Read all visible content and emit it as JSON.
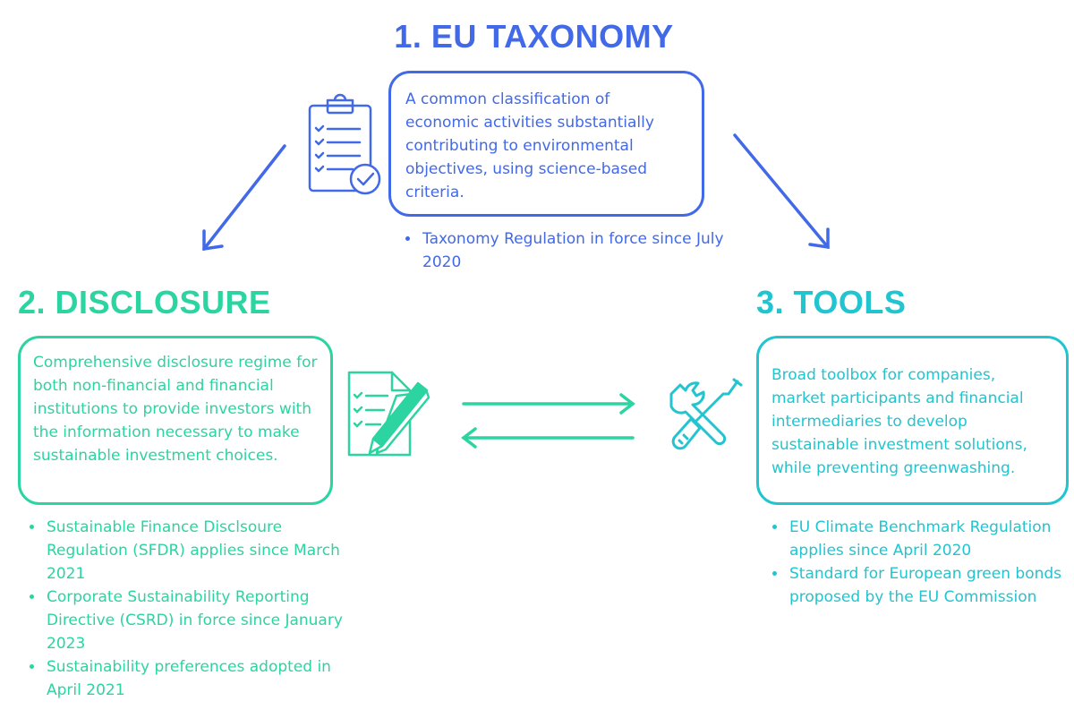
{
  "colors": {
    "taxonomy": "#4169e8",
    "disclosure": "#2bd4a0",
    "tools": "#22c4cf"
  },
  "taxonomy": {
    "title": "1. EU TAXONOMY",
    "description": "A common classification of economic activities substantially contributing to environmental objectives, using science-based criteria.",
    "bullets": [
      "Taxonomy Regulation in force since July 2020"
    ],
    "icon": "clipboard-checklist-icon"
  },
  "disclosure": {
    "title": "2. DISCLOSURE",
    "description": "Comprehensive disclosure regime for both non-financial and financial institutions to provide investors with the information necessary to make sustainable investment choices.",
    "bullets": [
      "Sustainable Finance Disclsoure Regulation (SFDR) applies since March 2021",
      "Corporate Sustainability Reporting Directive (CSRD) in force since January 2023",
      "Sustainability preferences adopted in April 2021"
    ],
    "icon": "document-pen-icon"
  },
  "tools": {
    "title": "3. TOOLS",
    "description": "Broad toolbox for companies, market participants and financial intermediaries to develop sustainable investment solutions, while preventing greenwashing.",
    "bullets": [
      "EU Climate Benchmark Regulation applies since April 2020",
      "Standard for European green bonds proposed by the EU Commission"
    ],
    "icon": "wrench-screwdriver-icon"
  }
}
